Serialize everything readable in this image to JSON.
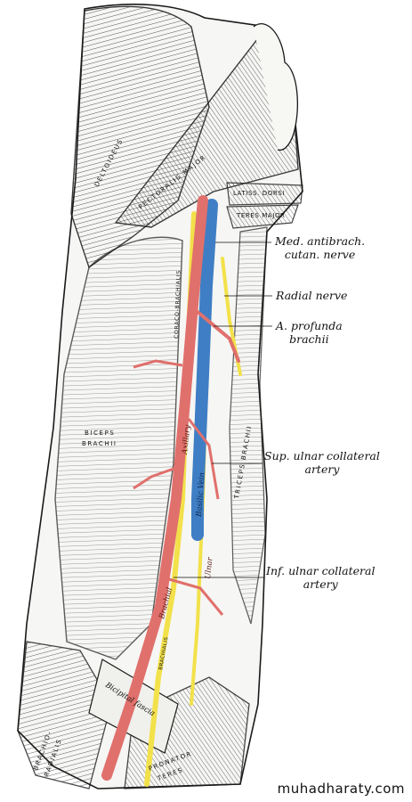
{
  "colors": {
    "artery": "#e0706c",
    "vein": "#3f7ec4",
    "nerve": "#f2e14a",
    "outline": "#1a1a1a",
    "background": "#ffffff"
  },
  "muscles": {
    "deltoideus": "DELTOIDEUS",
    "pectoralis_major": "PECTORALIS MAJOR",
    "latissimus_dorsi": "LATISS. DORSI",
    "teres_major": "TERES MAJOR",
    "coraco_brachialis": "CORACO-BRACHIALIS",
    "biceps_brachii_1": "BICEPS",
    "biceps_brachii_2": "BRACHII",
    "triceps_brachii": "TRICEPS BRACHII",
    "brachio_radialis_1": "BRACHIO-",
    "brachio_radialis_2": "RADIALIS",
    "pronator_teres_1": "PRONATOR",
    "pronator_teres_2": "TERES",
    "brachialis": "BRACHIALIS",
    "bicipital_fascia": "Bicipital fascia"
  },
  "vessels": {
    "axillary": "Axillary",
    "basilic_vein": "Basilic Vein",
    "brachial": "Brachial",
    "ulnar": "Ulnar"
  },
  "callouts": {
    "med_antibrach_1": "Med. antibrach.",
    "med_antibrach_2": "cutan. nerve",
    "radial_nerve": "Radial nerve",
    "profunda_1": "A. profunda",
    "profunda_2": "brachii",
    "sup_ulnar_1": "Sup. ulnar collateral",
    "sup_ulnar_2": "artery",
    "inf_ulnar_1": "Inf. ulnar collateral",
    "inf_ulnar_2": "artery"
  },
  "watermark": "muhadharaty.com"
}
